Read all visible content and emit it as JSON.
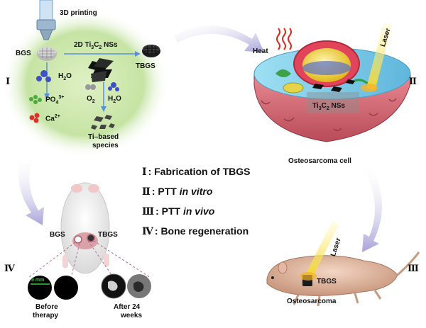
{
  "steps": {
    "printing": "3D printing",
    "bgs": "BGS",
    "nss_prefix": "2D Ti",
    "nss_3": "3",
    "nss_c": "C",
    "nss_2": "2",
    "nss_suffix": " NSs",
    "tbgs": "TBGS",
    "h2o_h": "H",
    "h2o_2": "2",
    "h2o_o": "O",
    "po4": "PO",
    "po4_sub": "4",
    "po4_sup": "3+",
    "ca": "Ca",
    "ca_sup": "2+",
    "o2": "O",
    "o2_sub": "2",
    "ti_species_1": "Ti–based",
    "ti_species_2": "species"
  },
  "cell": {
    "heat": "Heat",
    "laser": "Laser",
    "nss_ti": "Ti",
    "nss_3": "3",
    "nss_c": "C",
    "nss_2": "2",
    "nss_suffix": " NSs",
    "caption": "Osteosarcoma cell"
  },
  "mouse_top": {
    "bgs": "BGS",
    "tbgs": "TBGS",
    "scale": "5 mm",
    "before_1": "Before",
    "before_2": "therapy",
    "after_1": "After 24",
    "after_2": "weeks"
  },
  "mouse_bottom": {
    "laser": "Laser",
    "tbgs": "TBGS",
    "caption": "Osteosarcoma"
  },
  "roman": {
    "i": "Ⅰ",
    "ii": "Ⅱ",
    "iii": "Ⅲ",
    "iv": "Ⅳ"
  },
  "legend": [
    {
      "num": "Ⅰ",
      "text": ": Fabrication of TBGS",
      "italic": ""
    },
    {
      "num": "Ⅱ",
      "text": ": PTT ",
      "italic": "in vitro"
    },
    {
      "num": "Ⅲ",
      "text": ": PTT ",
      "italic": "in vivo"
    },
    {
      "num": "Ⅳ",
      "text": ": Bone regeneration",
      "italic": ""
    }
  ],
  "colors": {
    "green_glow": "#c8e6a8",
    "arrow_lilac": "#c9c4e8",
    "blue_arrow": "#5b8fd6",
    "cell_body": "#d8707a",
    "laser_yellow": "#f5e24a",
    "heat_red": "#e0281e"
  }
}
